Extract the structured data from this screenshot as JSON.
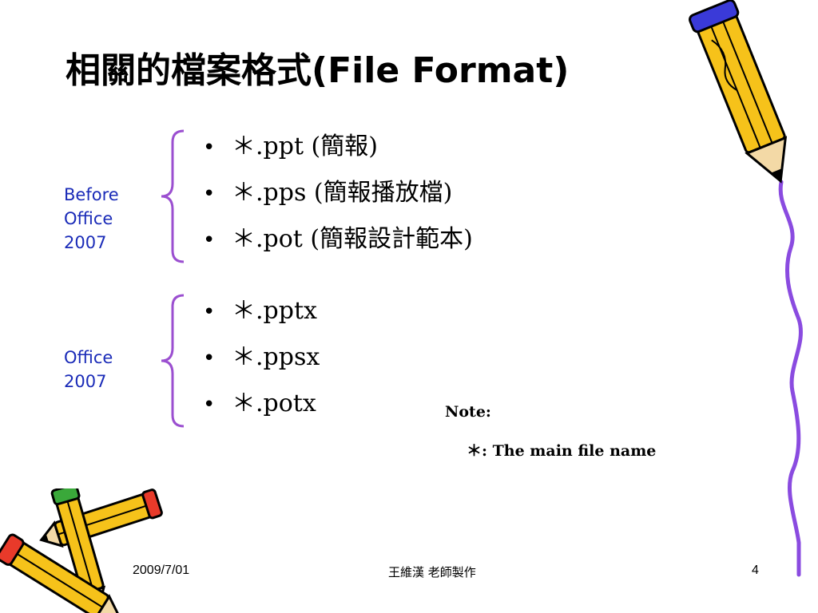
{
  "title": "相關的檔案格式(File Format)",
  "groups": [
    {
      "label_lines": [
        "Before",
        "Office",
        "2007"
      ],
      "items": [
        "＊.ppt (簡報)",
        "＊.pps (簡報播放檔)",
        "＊.pot (簡報設計範本)"
      ]
    },
    {
      "label_lines": [
        "Office",
        "2007"
      ],
      "items": [
        "＊.pptx",
        "＊.ppsx",
        "＊.potx"
      ]
    }
  ],
  "bullet_glyph": "•",
  "note": {
    "heading": "Note:",
    "text": "＊:  The main file name"
  },
  "footer": {
    "date": "2009/7/01",
    "author": "王維漢 老師製作",
    "page_number": "4"
  },
  "colors": {
    "accent_label": "#1a2bb8",
    "brace": "#9b4fd0",
    "vine": "#8a4be0",
    "pencil_body": "#f6c21a",
    "pencil_outline": "#000000",
    "pencil_eraser_red": "#e83a2a",
    "pencil_eraser_green": "#3aa83a"
  },
  "icons": [
    "pencil-icon",
    "pencil-pair-icon",
    "vine-decoration"
  ]
}
